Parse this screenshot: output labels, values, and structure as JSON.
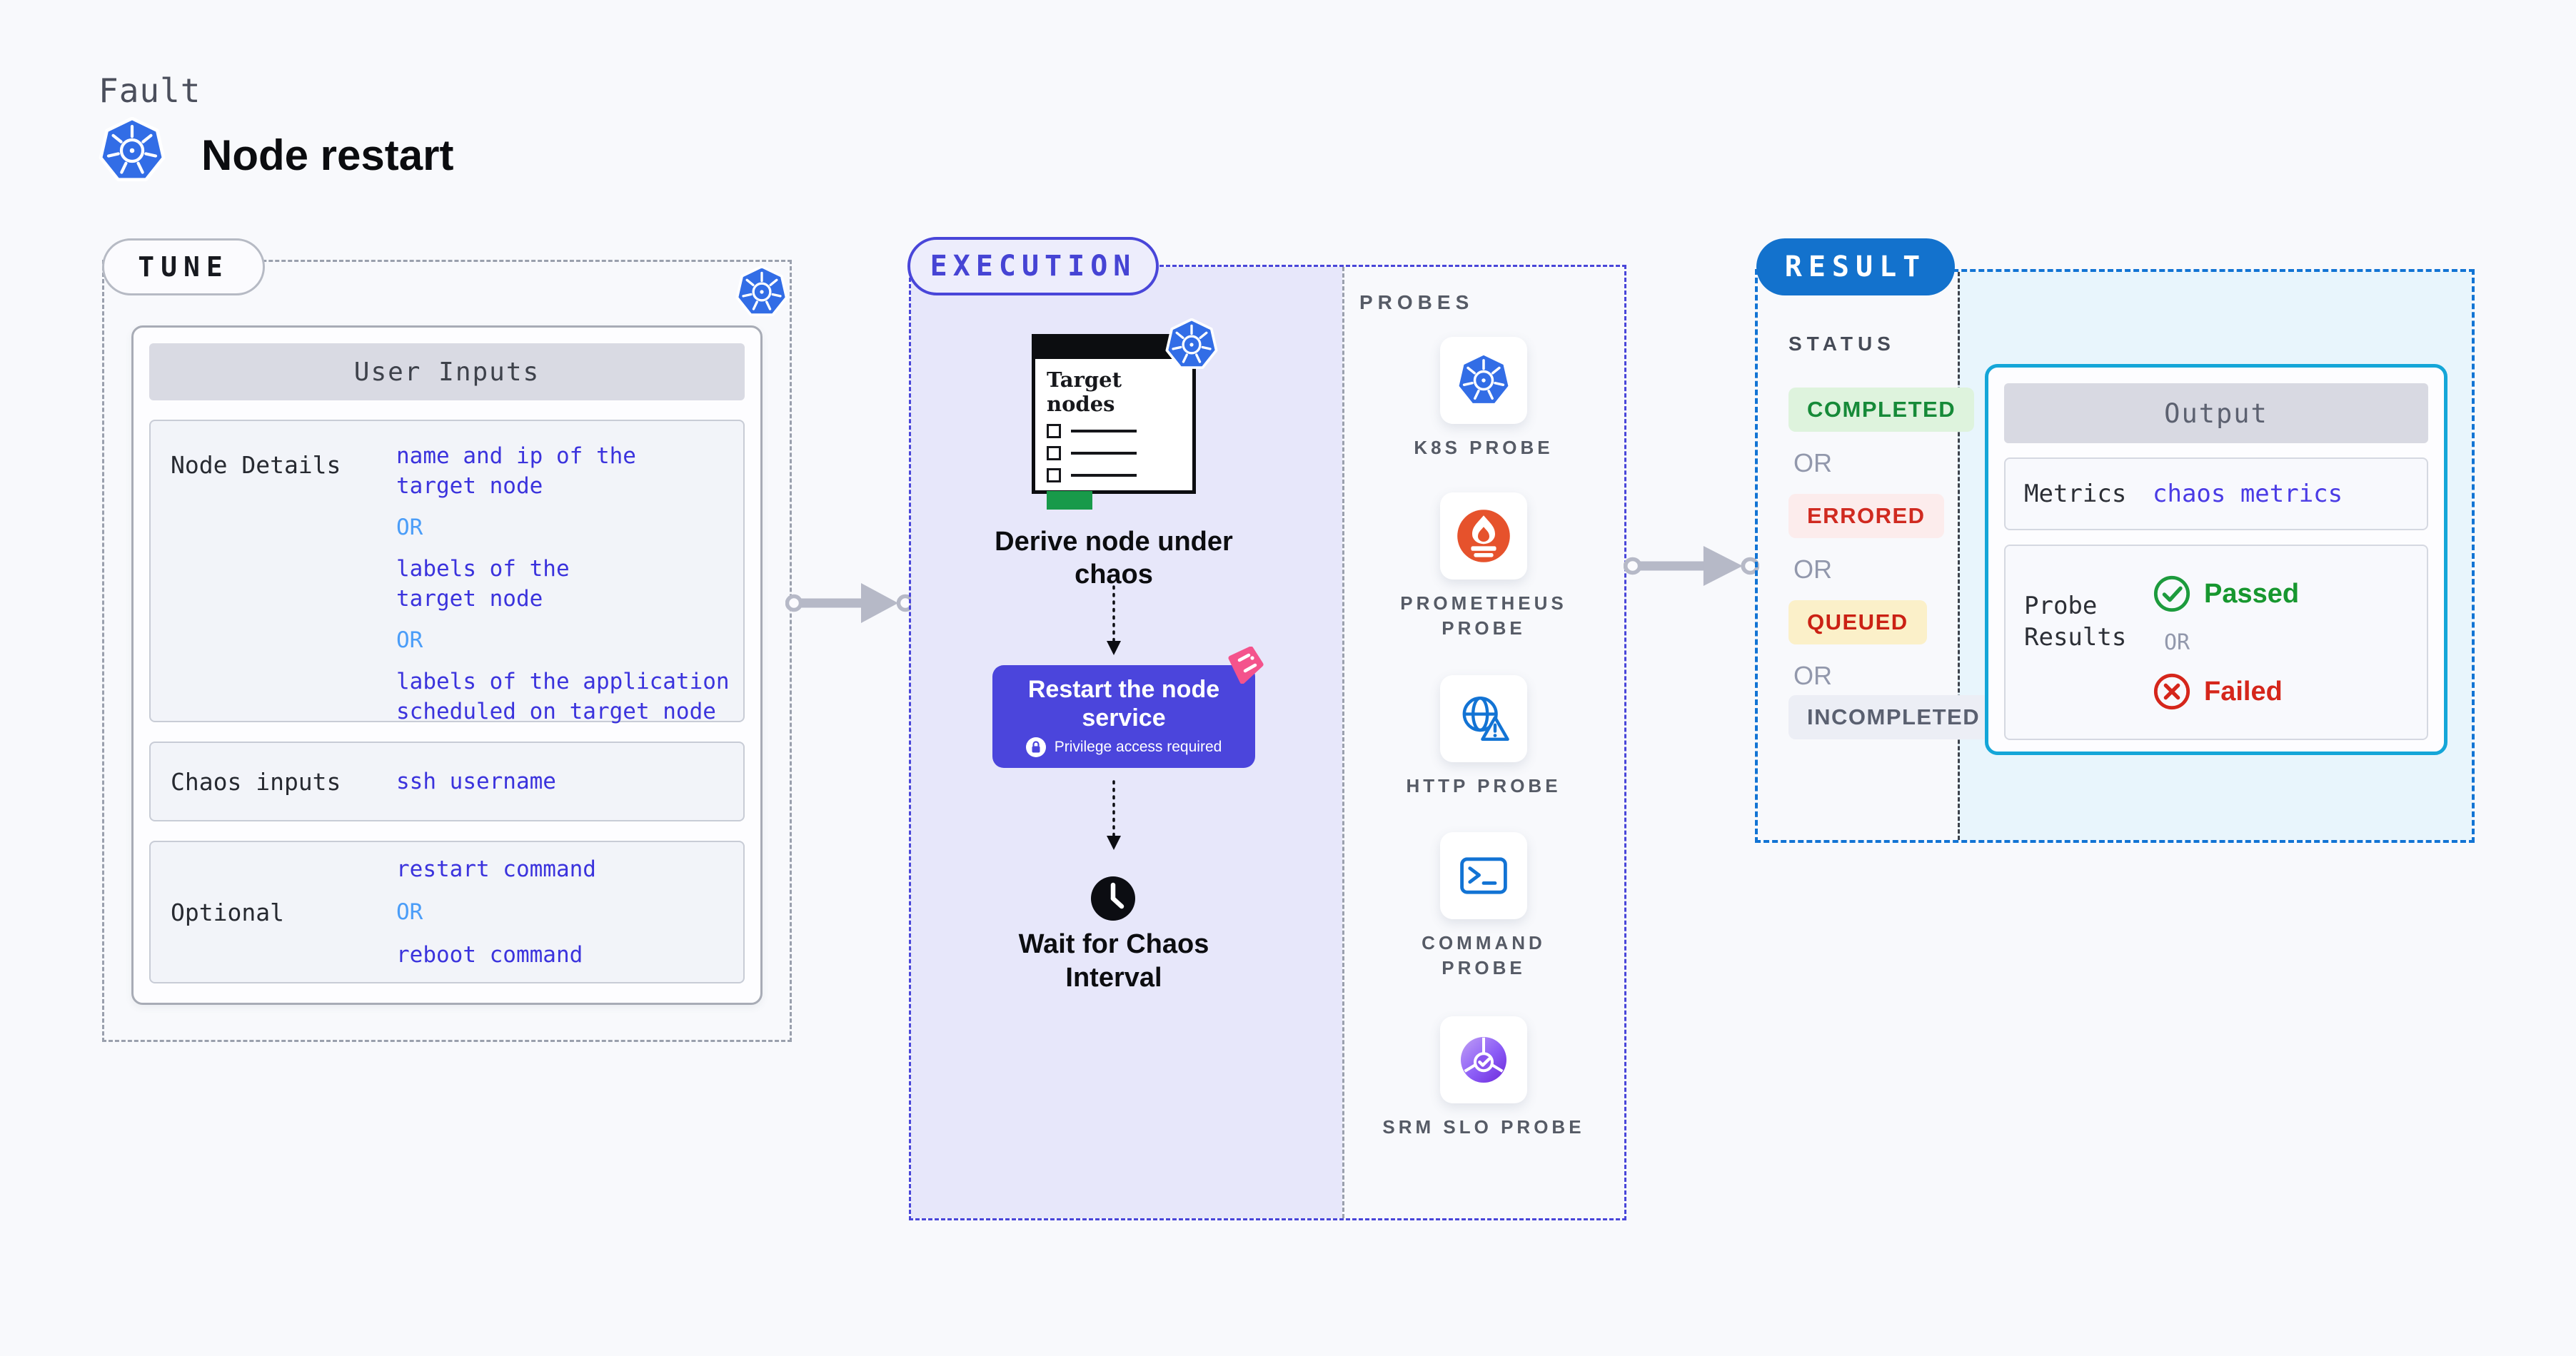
{
  "header": {
    "eyebrow": "Fault",
    "title": "Node restart"
  },
  "tune": {
    "badge": "TUNE",
    "table_title": "User Inputs",
    "rows": [
      {
        "label": "Node Details",
        "values": [
          [
            "name and ip of the",
            "target node"
          ],
          "OR",
          [
            "labels of the",
            "target node"
          ],
          "OR",
          [
            "labels of the application",
            "scheduled on target node"
          ]
        ]
      },
      {
        "label": "Chaos inputs",
        "values": [
          "ssh username"
        ]
      },
      {
        "label": "Optional",
        "values": [
          "restart command",
          "OR",
          "reboot command"
        ]
      }
    ]
  },
  "execution": {
    "badge": "EXECUTION",
    "target_card_title": "Target nodes",
    "step_derive": "Derive node under chaos",
    "step_restart": "Restart the node service",
    "privilege_note": "Privilege access required",
    "step_wait": "Wait for Chaos Interval",
    "probes_heading": "PROBES",
    "probes": [
      {
        "label": "K8S PROBE",
        "icon": "kubernetes-icon"
      },
      {
        "label": "PROMETHEUS PROBE",
        "icon": "prometheus-icon"
      },
      {
        "label": "HTTP PROBE",
        "icon": "globe-alert-icon"
      },
      {
        "label": "COMMAND PROBE",
        "icon": "terminal-icon"
      },
      {
        "label": "SRM SLO PROBE",
        "icon": "slo-donut-icon"
      }
    ]
  },
  "result": {
    "badge": "RESULT",
    "status_heading": "STATUS",
    "statuses": [
      {
        "label": "COMPLETED"
      },
      {
        "label": "OR"
      },
      {
        "label": "ERRORED"
      },
      {
        "label": "OR"
      },
      {
        "label": "QUEUED"
      },
      {
        "label": "OR"
      },
      {
        "label": "INCOMPLETED"
      }
    ],
    "output": {
      "title": "Output",
      "metrics_label": "Metrics",
      "metrics_value": "chaos metrics",
      "probe_results_label": "Probe Results",
      "passed": "Passed",
      "or": "OR",
      "failed": "Failed"
    }
  },
  "colors": {
    "kubernetes_blue": "#326de6",
    "indigo_accent": "#4946d9",
    "execution_fill": "#e7e7fa",
    "result_blue": "#1372cd",
    "result_fill": "#e8f5fc",
    "output_border_cyan": "#14a6d8",
    "link_blue": "#3b33dd",
    "or_blue": "#4b9df8",
    "passed_green": "#17972f",
    "failed_red": "#d5261b",
    "completed_green": "#168a38",
    "errored_red": "#d02a20",
    "queued_red": "#cb2114",
    "prometheus_orange": "#e6522c",
    "chaos_pink": "#f4538c",
    "probe_icon_blue": "#1273d4",
    "srm_purple": "#8b5cf6",
    "arrow_gray": "#b6b9c7"
  }
}
